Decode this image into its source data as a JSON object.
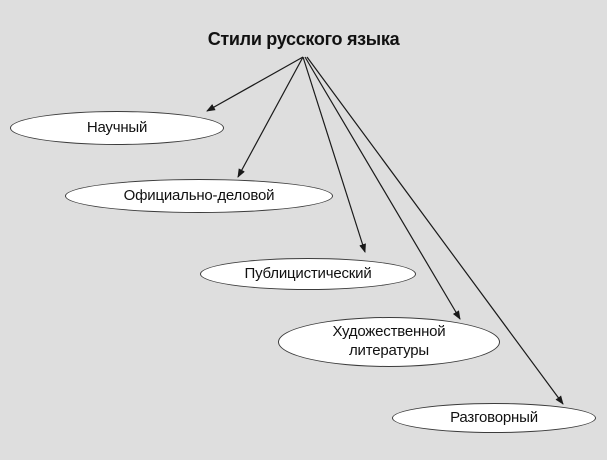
{
  "title": "Стили русского языка",
  "nodes": [
    {
      "label": "Научный"
    },
    {
      "label": "Официально-деловой"
    },
    {
      "label": "Публицистический"
    },
    {
      "label": "Художественной литературы"
    },
    {
      "label": "Разговорный"
    }
  ],
  "colors": {
    "background": "#dedede",
    "node_fill": "#ffffff",
    "node_border": "#3c3c3c",
    "arrow": "#1a1a1a",
    "text": "#111111"
  }
}
